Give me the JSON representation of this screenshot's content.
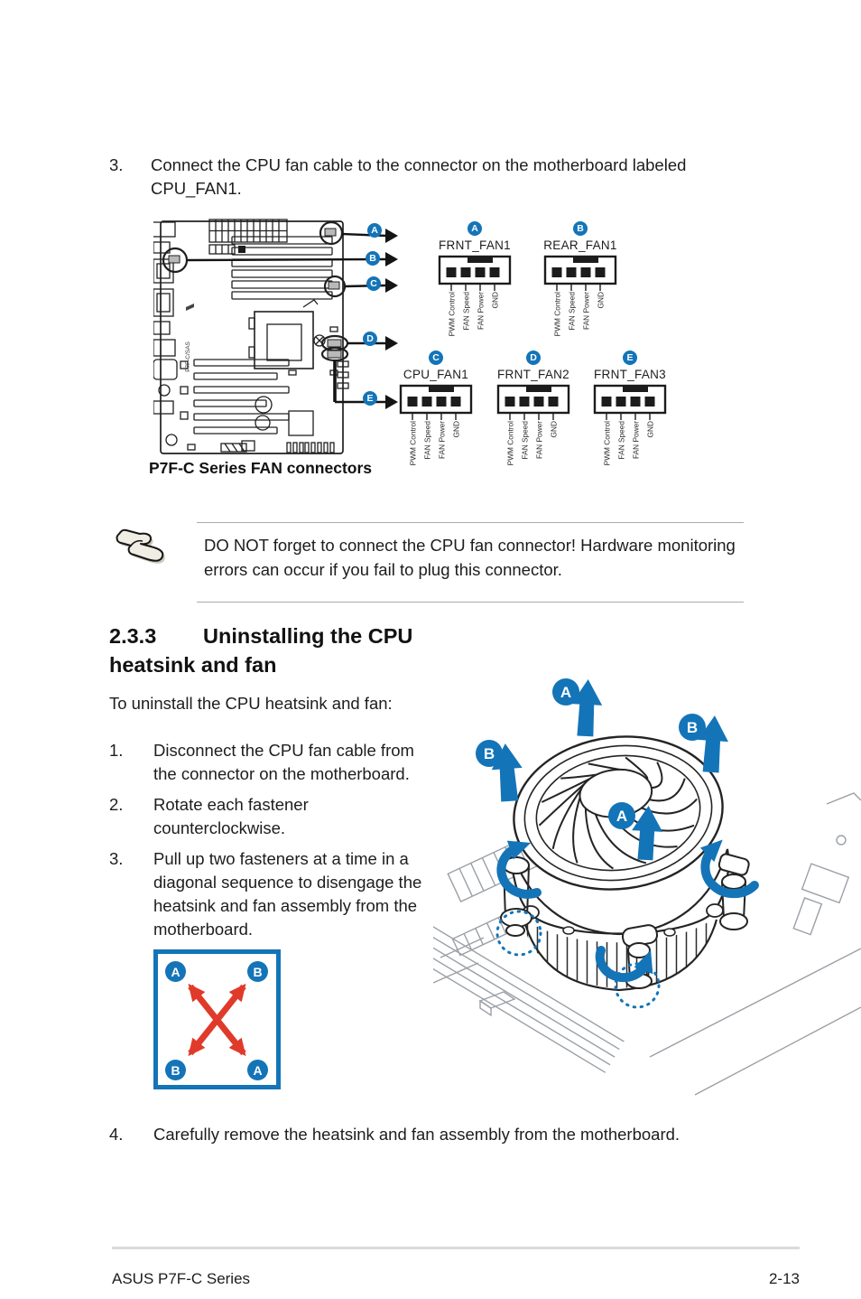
{
  "doc": {
    "step3_top": {
      "number": "3.",
      "text": "Connect the CPU fan cable to the connector on the motherboard labeled CPU_FAN1."
    },
    "note": {
      "text": "DO NOT forget to connect the CPU fan connector! Hardware monitoring errors can occur if you fail to plug this connector."
    },
    "section": {
      "number": "2.3.3",
      "title": "Uninstalling the CPU heatsink and fan",
      "intro": "To uninstall the CPU heatsink and fan:"
    },
    "steps": [
      {
        "number": "1.",
        "text": "Disconnect the CPU fan cable from the connector on the motherboard."
      },
      {
        "number": "2.",
        "text": "Rotate each fastener counterclockwise."
      },
      {
        "number": "3.",
        "text": "Pull up two fasteners at a time in a diagonal sequence to disengage the heatsink and fan assembly from the motherboard."
      },
      {
        "number": "4.",
        "text": "Carefully remove the heatsink and fan assembly from the motherboard."
      }
    ],
    "footer": {
      "left": "ASUS P7F-C Series",
      "right": "2-13"
    }
  },
  "fan_diagram": {
    "caption": "P7F-C Series FAN connectors",
    "board_label": "P7F-C/SAS",
    "callouts": [
      "A",
      "B",
      "C",
      "D",
      "E"
    ]
  },
  "fan_connectors": {
    "pin_labels": [
      "PWM Control",
      "FAN Speed",
      "FAN Power",
      "GND"
    ],
    "items": [
      {
        "callout": "A",
        "name": "FRNT_FAN1"
      },
      {
        "callout": "B",
        "name": "REAR_FAN1"
      },
      {
        "callout": "C",
        "name": "CPU_FAN1"
      },
      {
        "callout": "D",
        "name": "FRNT_FAN2"
      },
      {
        "callout": "E",
        "name": "FRNT_FAN3"
      }
    ]
  },
  "sequence_box": {
    "corners": [
      "A",
      "B",
      "B",
      "A"
    ]
  },
  "illustration": {
    "labels": [
      "A",
      "B",
      "B",
      "A"
    ]
  },
  "colors": {
    "accent_blue": "#1474b8",
    "arrow_red": "#e03a2b"
  }
}
